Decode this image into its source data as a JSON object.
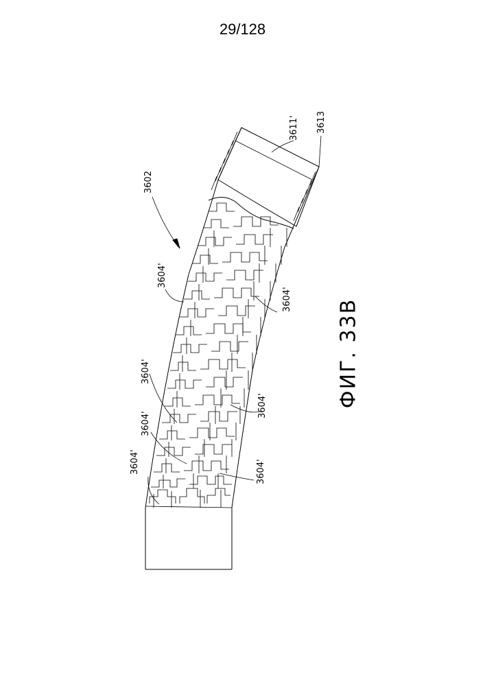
{
  "page": {
    "number": "29/128"
  },
  "figure": {
    "caption": "ФИГ. 33B"
  },
  "labels": {
    "device": "3602",
    "sheath": "3611'",
    "sheath_wall": "3613",
    "link_a": "3604'",
    "link_b": "3604'",
    "link_c": "3604'",
    "link_d": "3604'",
    "link_e": "3604'",
    "link_f": "3604'",
    "link_g": "3604'"
  }
}
